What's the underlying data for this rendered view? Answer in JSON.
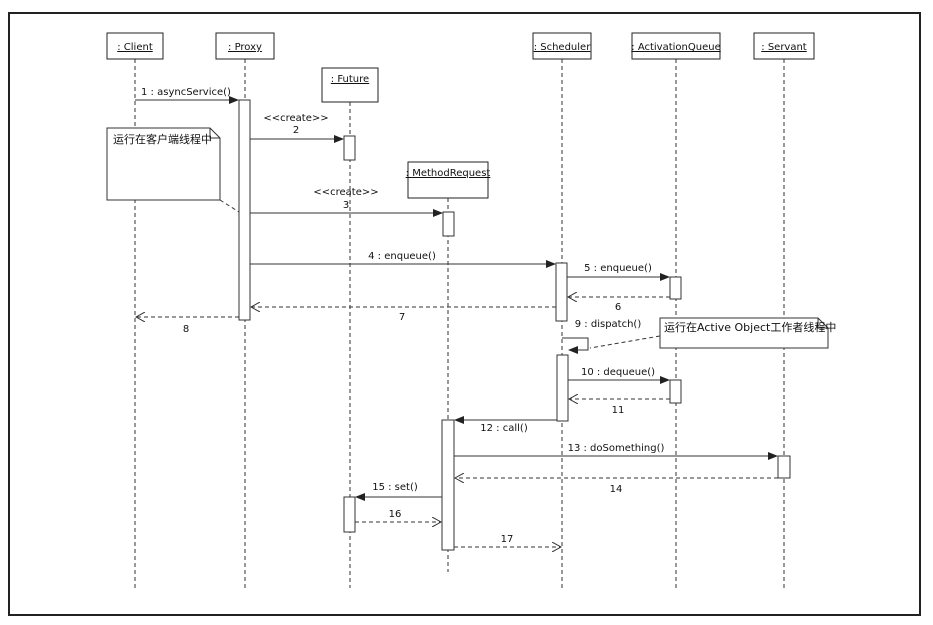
{
  "lifelines": {
    "client": ": Client",
    "proxy": ": Proxy",
    "future": ": Future",
    "method_request": ": MethodRequest",
    "scheduler": ": Scheduler",
    "activation_queue": ": ActivationQueue",
    "servant": ": Servant"
  },
  "messages": {
    "m1": "1 : asyncService()",
    "m2_stereo": "<<create>>",
    "m2": "2",
    "m3_stereo": "<<create>>",
    "m3": "3",
    "m4": "4 : enqueue()",
    "m5": "5 : enqueue()",
    "m6": "6",
    "m7": "7",
    "m8": "8",
    "m9": "9 : dispatch()",
    "m10": "10 : dequeue()",
    "m11": "11",
    "m12": "12 : call()",
    "m13": "13 : doSomething()",
    "m14": "14",
    "m15": "15 : set()",
    "m16": "16",
    "m17": "17"
  },
  "notes": {
    "client_thread": "运行在客户端线程中",
    "worker_thread": "运行在Active Object工作者线程中"
  }
}
